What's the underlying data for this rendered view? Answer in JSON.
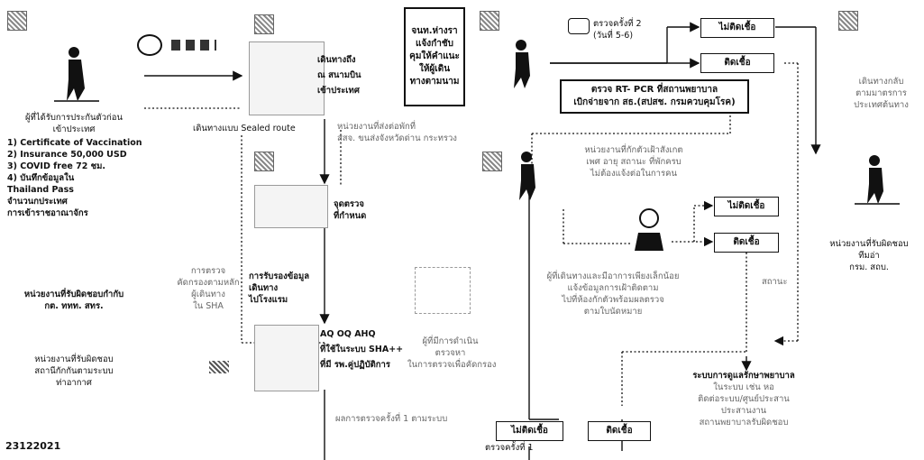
{
  "footer": {
    "code": "23122021"
  },
  "step1": {
    "lines": [
      "ผู้ที่ได้รับการประกันตัวก่อน",
      "เข้าประเทศ"
    ]
  },
  "requirements": [
    "1)  Certificate of Vaccination",
    "2)  Insurance   50,000 USD",
    "3)  COVID  free    72 ชม.",
    "4)  บันทึกข้อมูลใน",
    "      Thailand Pass",
    "      จำนวนกประเทศ",
    "      การเข้าราชอาณาจักร"
  ],
  "agency1": {
    "lines": [
      "หน่วยงานที่รับผิดชอบกำกับ",
      "กต.   ททท.  สทร."
    ]
  },
  "agency2": {
    "lines": [
      "หน่วยงานที่รับผิดชอบ",
      "สถานีกักกันตามระบบ",
      "ท่าอากาศ"
    ]
  },
  "arrival": {
    "lines": [
      "เดินทางถึง",
      "ณ สนามบิน",
      "เข้าประเทศ"
    ]
  },
  "sealed_route": "เดินทางแบบ Sealed route",
  "hotel_label": {
    "lines": [
      "หน่วยงานที่ส่งต่อพักที่",
      "สสจ. ขนส่งจังหวัดด่าน กระทรวง"
    ]
  },
  "transport": {
    "lines": [
      "จุดตรวจ",
      "ที่กำหนด"
    ]
  },
  "route_box": {
    "lines": [
      "การรับรองข้อมูล",
      "เดินทาง",
      "ไปโรงแรม"
    ]
  },
  "aq_label": {
    "lines": [
      "AQ OQ AHQ",
      "ที่ใช้ในระบบ SHA++",
      "ที่มี รพ.คู่ปฏิบัติการ"
    ]
  },
  "left_faint": {
    "lines": [
      "การตรวจ",
      "คัดกรองตามหลัก",
      "ผู้เดินทาง",
      "ใน SHA"
    ]
  },
  "agency_right": {
    "lines": [
      "ผู้ที่มีการดำเนิน",
      "ตรวจหา",
      "ในการตรวจเพื่อคัดกรอง"
    ]
  },
  "bottom_label": "ผลการตรวจครั้งที่ 1 ตามระบบ",
  "notice_box": {
    "lines": [
      "จนท.ห่างรา",
      "แจ้งกำชับ",
      "คุมให้คำแนะ",
      "ให้ผู้เดิน",
      "ทางตามนาม"
    ]
  },
  "test1": {
    "lines": [
      "ตรวจครั้งที่ 2",
      "(วันที่ 5-6)"
    ]
  },
  "positive_label": "ติดเชื้อ",
  "negative_label": "ไม่ติดเชื้อ",
  "rtpcr": {
    "lines": [
      "ตรวจ RT- PCR ที่สถานพยาบาล",
      "เบิกจ่ายจาก สธ.(สปสช. กรมควบคุมโรค)"
    ]
  },
  "fever": {
    "lines": [
      "หน่วยงานที่กักตัวเฝ้าสังเกต",
      "เพศ อายุ สถานะ ที่พักครบ",
      "ไม่ต้องแจ้งต่อในการคน"
    ]
  },
  "self_watch": {
    "lines": [
      "ผู้ที่เดินทางและมีอาการเพียงเล็กน้อย",
      "แจ้งข้อมูลการเฝ้าติดตาม",
      "ไปที่ห้องกักตัวพร้อมผลตรวจ",
      "ตามใบนัดหมาย"
    ]
  },
  "hospital_care": {
    "lines": [
      "ระบบการดูแลรักษาพยาบาล",
      "ในระบบ เช่น  หอ",
      "ติดต่อระบบ/ศูนย์ประสาน",
      "ประสานงาน",
      "สถานพยาบาลรับผิดชอบ"
    ]
  },
  "exit": {
    "lines": [
      "เดินทางกลับ",
      "ตามมาตรการ",
      "ประเทศต้นทาง"
    ]
  },
  "right_agency": {
    "lines": [
      "หน่วยงานที่รับผิดชอบ",
      "ทีมอ่า",
      "กรม. สถบ."
    ]
  },
  "test3": "ตรวจครั้งที่ 1",
  "spot": "สถานะ",
  "neg2": "ไม่ติดเชื้อ",
  "pos2": "ติดเชื้อ"
}
